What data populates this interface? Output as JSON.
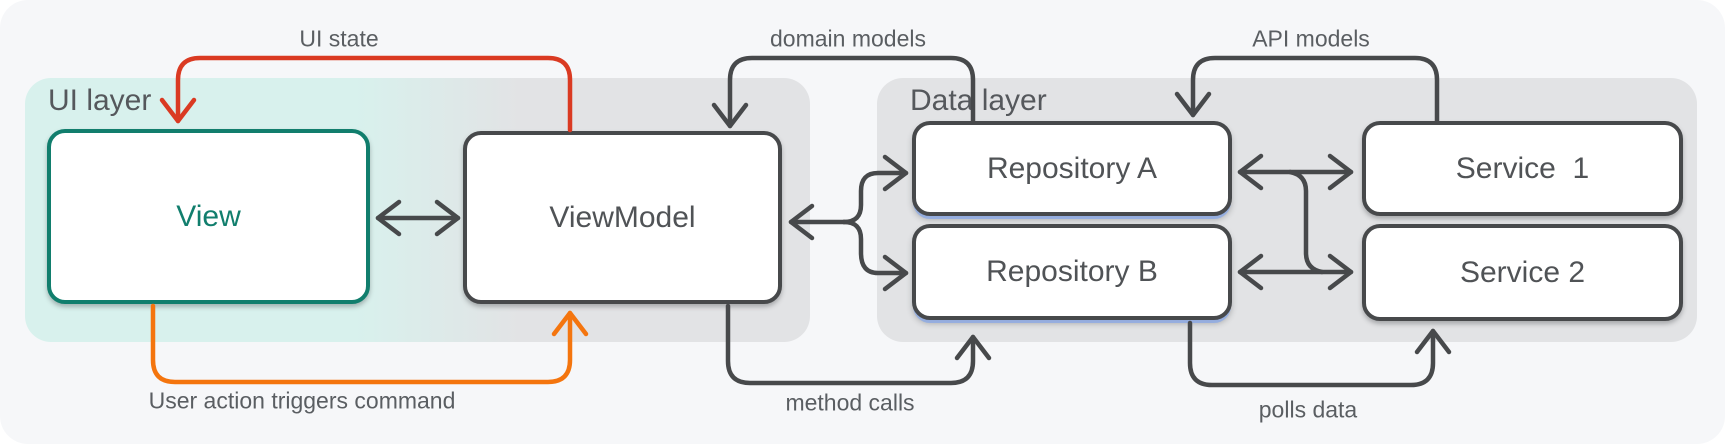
{
  "layers": {
    "ui": {
      "label": "UI layer"
    },
    "data": {
      "label": "Data layer"
    }
  },
  "boxes": {
    "view": {
      "label": "View"
    },
    "viewmodel": {
      "label": "ViewModel"
    },
    "repo_a": {
      "label": "Repository A"
    },
    "repo_b": {
      "label": "Repository B"
    },
    "service_1": {
      "label": "Service  1"
    },
    "service_2": {
      "label": "Service 2"
    }
  },
  "annotations": {
    "ui_state": {
      "label": "UI state"
    },
    "domain_models": {
      "label": "domain models"
    },
    "api_models": {
      "label": "API models"
    },
    "user_action": {
      "label": "User action triggers command"
    },
    "method_calls": {
      "label": "method calls"
    },
    "polls_data": {
      "label": "polls data"
    }
  },
  "colors": {
    "card_bg": "#f6f7f9",
    "ui_layer_bg": "#d8f1ed",
    "data_layer_bg": "#e2e3e5",
    "arrow_dark": "#47494b",
    "arrow_red": "#da3a22",
    "arrow_orange": "#f4750e",
    "accent_teal": "#117e6d"
  }
}
